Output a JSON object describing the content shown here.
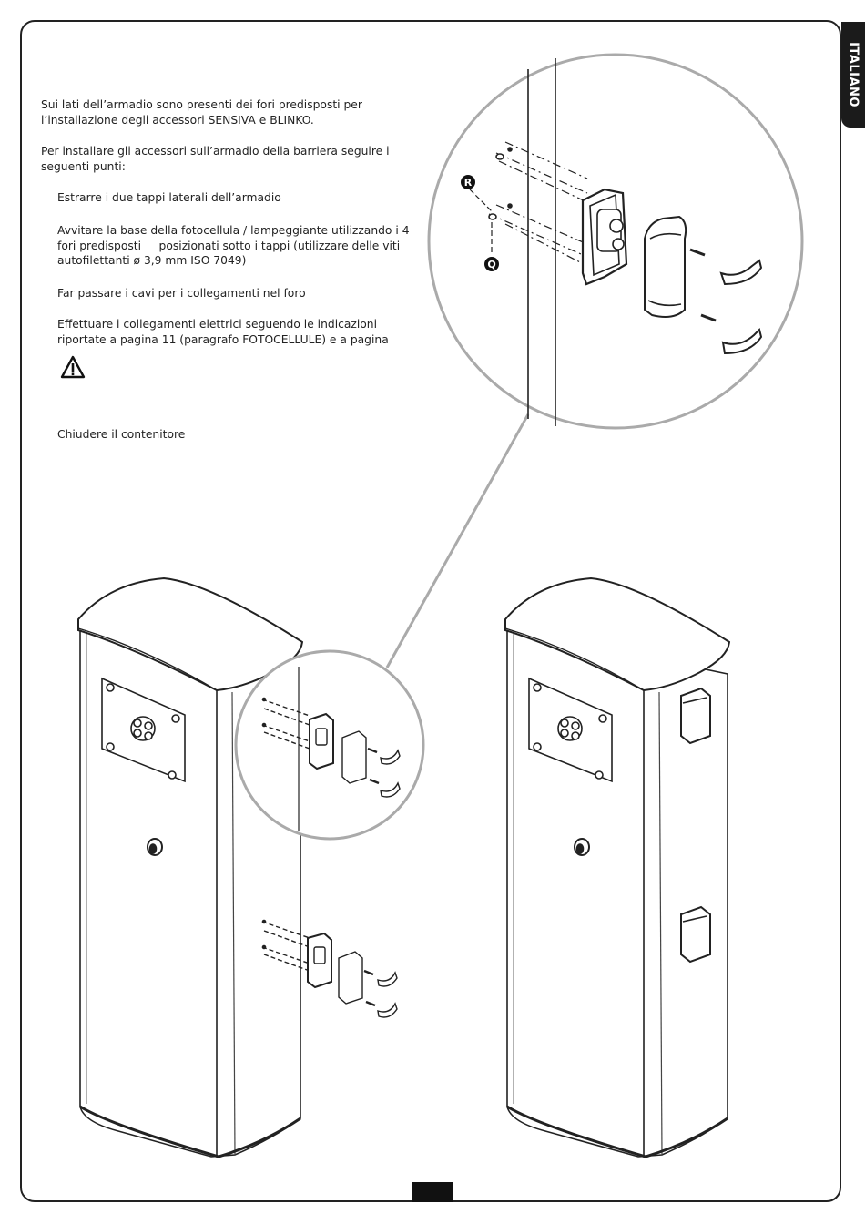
{
  "side_tab": {
    "label": "ITALIANO"
  },
  "intro": {
    "p1": "Sui lati dell’armadio sono presenti dei fori predisposti per l’installazione degli accessori SENSIVA e BLINKO.",
    "p2": "Per installare gli accessori sull’armadio della barriera seguire i seguenti punti:"
  },
  "steps": [
    "Estrarre i due tappi laterali dell’armadio",
    "Avvitare la base della fotocellula / lampeggiante utilizzando i 4 fori predisposti     posizionati sotto i tappi (utilizzare delle viti autofilettanti ø 3,9 mm ISO 7049)",
    "Far passare i cavi per i collegamenti nel foro",
    "Effettuare i collegamenti elettrici seguendo le indicazioni riportate a pagina 11 (paragrafo FOTOCELLULE) e a pagina",
    "Chiudere il contenitore"
  ],
  "callouts": {
    "r": "R",
    "q": "Q"
  },
  "icons": {
    "warning": "warning-triangle-icon"
  }
}
